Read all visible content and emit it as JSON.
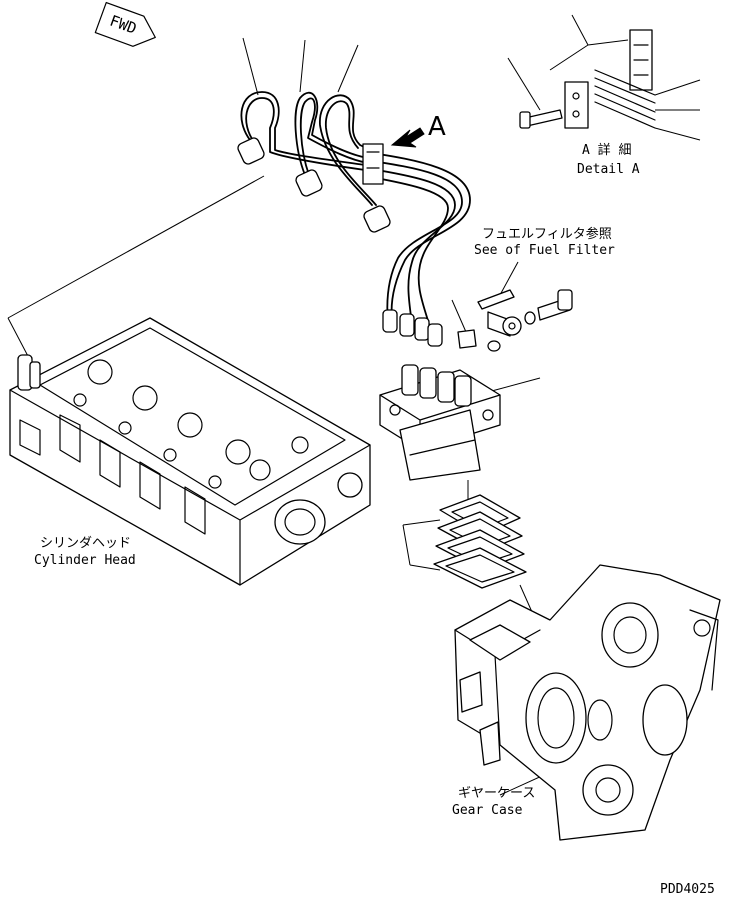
{
  "diagram": {
    "fwd_label": "FWD",
    "view_marker": "A",
    "detail_a": {
      "jp": "A 詳 細",
      "en": "Detail A"
    },
    "fuel_filter_ref": {
      "jp": "フュエルフィルタ参照",
      "en": "See of Fuel Filter"
    },
    "cylinder_head": {
      "jp": "シリンダヘッド",
      "en": "Cylinder Head"
    },
    "gear_case": {
      "jp": "ギヤーケース",
      "en": "Gear Case"
    },
    "drawing_code": "PDD4025"
  }
}
